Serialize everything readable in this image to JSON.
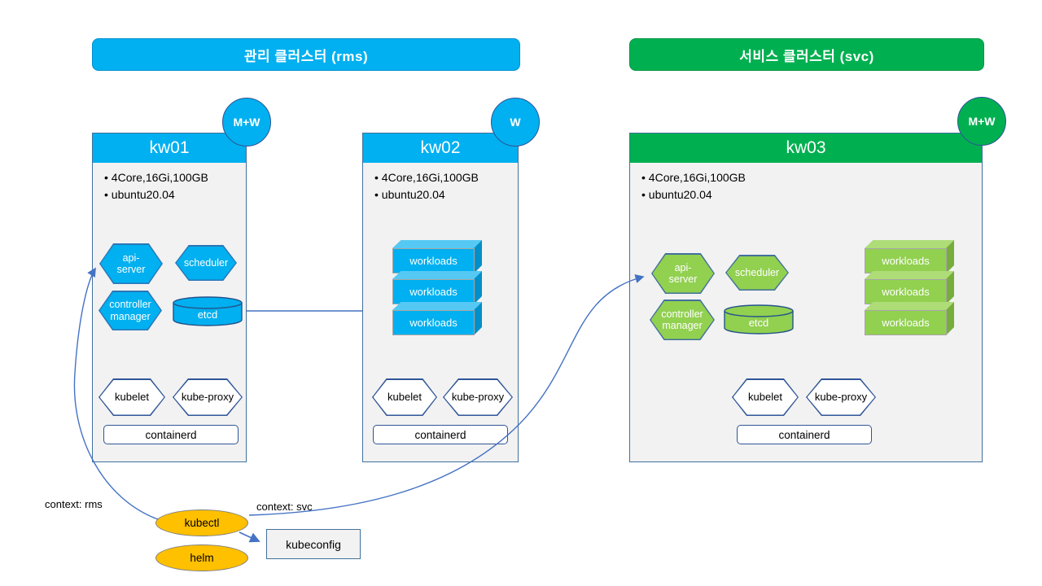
{
  "banners": {
    "rms": "관리 클러스터 (rms)",
    "svc": "서비스 클러스터 (svc)"
  },
  "nodes": {
    "kw01": {
      "title": "kw01",
      "badge": "M+W",
      "spec_bullets": [
        "4Core,16Gi,100GB",
        "ubuntu20.04"
      ],
      "control_plane": {
        "api_server": "api-server",
        "scheduler": "scheduler",
        "controller_manager": "controller manager",
        "etcd": "etcd"
      },
      "node_components": {
        "kubelet": "kubelet",
        "kube_proxy": "kube-proxy",
        "containerd": "containerd"
      }
    },
    "kw02": {
      "title": "kw02",
      "badge": "W",
      "spec_bullets": [
        "4Core,16Gi,100GB",
        "ubuntu20.04"
      ],
      "workloads": [
        "workloads",
        "workloads",
        "workloads"
      ],
      "node_components": {
        "kubelet": "kubelet",
        "kube_proxy": "kube-proxy",
        "containerd": "containerd"
      }
    },
    "kw03": {
      "title": "kw03",
      "badge": "M+W",
      "spec_bullets": [
        "4Core,16Gi,100GB",
        "ubuntu20.04"
      ],
      "control_plane": {
        "api_server": "api-server",
        "scheduler": "scheduler",
        "controller_manager": "controller manager",
        "etcd": "etcd"
      },
      "workloads": [
        "workloads",
        "workloads",
        "workloads"
      ],
      "node_components": {
        "kubelet": "kubelet",
        "kube_proxy": "kube-proxy",
        "containerd": "containerd"
      }
    }
  },
  "tools": {
    "kubectl": "kubectl",
    "helm": "helm",
    "kubeconfig": "kubeconfig"
  },
  "contexts": {
    "rms": "context: rms",
    "svc": "context: svc"
  },
  "colors": {
    "blue": "#00B0F0",
    "green": "#00B050",
    "light_green": "#92D050",
    "yellow": "#FFC000",
    "panel_gray": "#F2F2F2",
    "connector_blue": "#4472C4"
  }
}
